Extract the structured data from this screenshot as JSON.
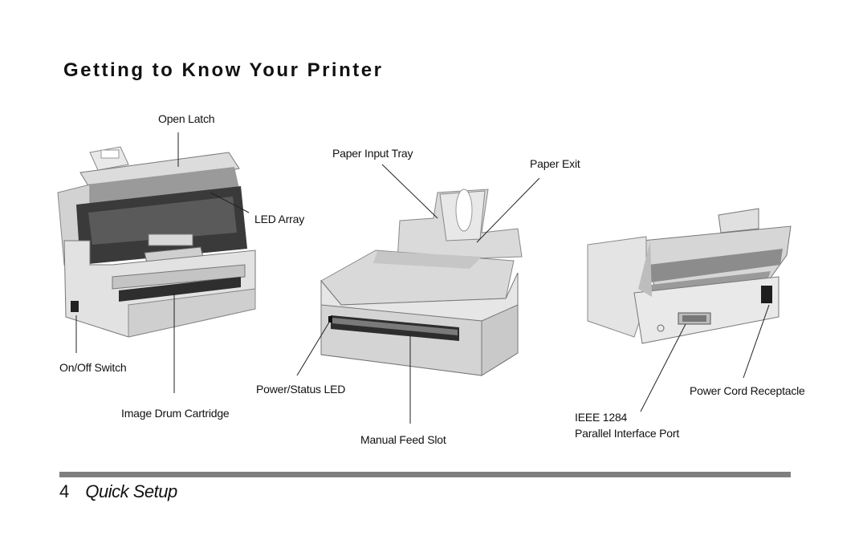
{
  "page": {
    "title": "Getting to Know Your Printer",
    "page_number": "4",
    "section": "Quick Setup"
  },
  "callouts": {
    "open_latch": "Open Latch",
    "led_array": "LED  Array",
    "on_off_switch": "On/Off Switch",
    "image_drum_cartridge": "Image  Drum  Cartridge",
    "paper_input_tray": "Paper Input Tray",
    "paper_exit": "Paper Exit",
    "power_status_led": "Power/Status LED",
    "manual_feed_slot": "Manual Feed Slot",
    "power_cord_receptacle": "Power Cord Receptacle",
    "ieee_1284": "IEEE 1284",
    "parallel_interface_port": "Parallel Interface Port"
  },
  "colors": {
    "rule": "#7f7f7f",
    "printer_light": "#e4e4e4",
    "printer_mid": "#bdbdbd",
    "printer_dark": "#4a4a4a"
  }
}
